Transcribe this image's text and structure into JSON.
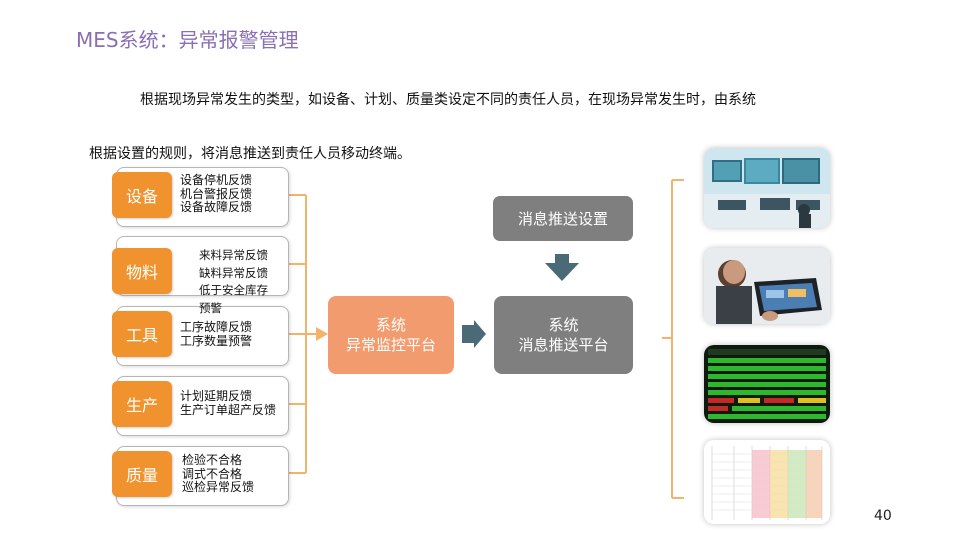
{
  "title": "MES系统：异常报警管理",
  "intro_line1": "根据现场异常发生的类型，如设备、计划、质量类设定不同的责任人员，在现场异常发生时，由系统",
  "intro_line2": "根据设置的规则，将消息推送到责任人员移动终端。",
  "categories": [
    {
      "label": "设备",
      "items": [
        "设备停机反馈",
        "机台警报反馈",
        "设备故障反馈"
      ]
    },
    {
      "label": "物料",
      "items": [
        "来料异常反馈",
        "缺料异常反馈",
        "低于安全库存",
        "预警"
      ]
    },
    {
      "label": "工具",
      "items": [
        "工序故障反馈",
        "工序数量预警"
      ]
    },
    {
      "label": "生产",
      "items": [
        "计划延期反馈",
        "生产订单超产反馈"
      ]
    },
    {
      "label": "质量",
      "items": [
        "检验不合格",
        "调式不合格",
        "巡检异常反馈"
      ]
    }
  ],
  "monitor_platform": {
    "line1": "系统",
    "line2": "异常监控平台"
  },
  "push_settings": "消息推送设置",
  "push_platform": {
    "line1": "系统",
    "line2": "消息推送平台"
  },
  "page_number": "40",
  "colors": {
    "title": "#8a6fb3",
    "category": "#f0932e",
    "monitor": "#f29b6e",
    "gray_box": "#7f7f7f",
    "arrow": "#4a6a78",
    "connector": "#f2b36b"
  }
}
